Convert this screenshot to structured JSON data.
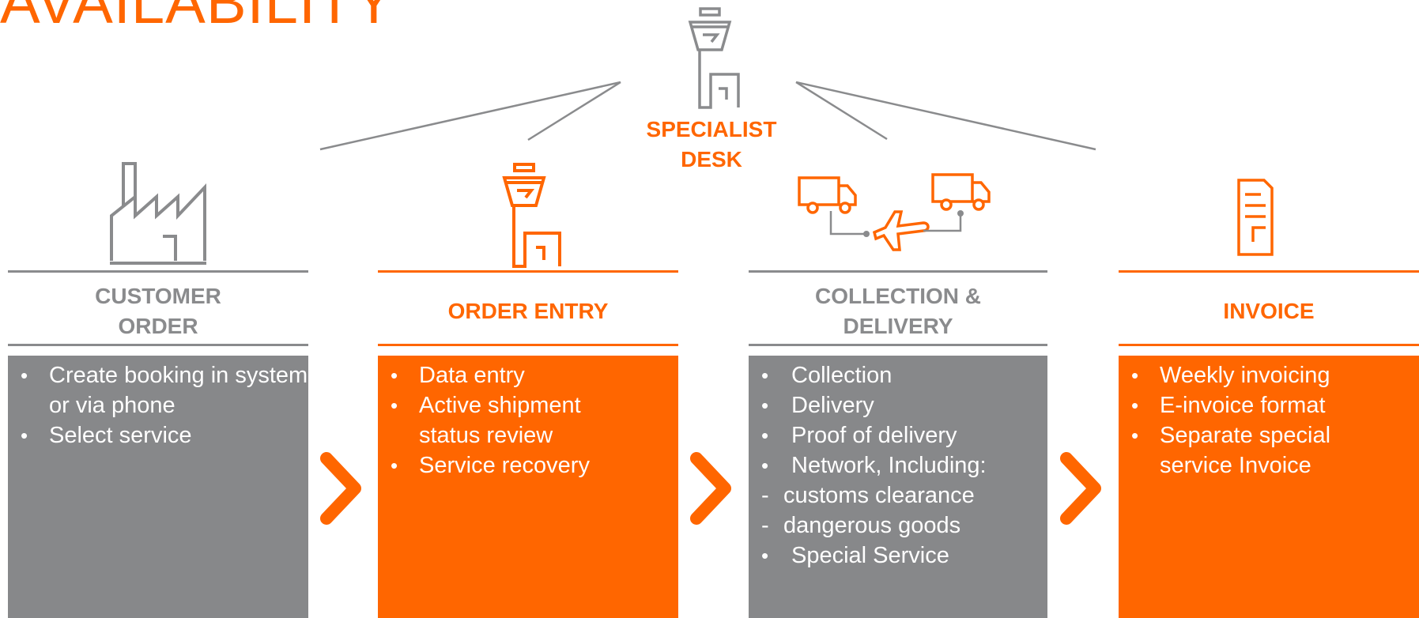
{
  "page": {
    "title": "AVAILABILITY"
  },
  "specialist_desk": {
    "label_line1": "SPECIALIST",
    "label_line2": "DESK",
    "icon": "control-tower-icon"
  },
  "stages": [
    {
      "key": "customer-order",
      "icon": "factory-icon",
      "title": "CUSTOMER ORDER",
      "items": [
        {
          "type": "bullet",
          "text": "Create booking in system or via phone"
        },
        {
          "type": "bullet",
          "text": "Select service"
        }
      ]
    },
    {
      "key": "order-entry",
      "icon": "control-tower-icon",
      "title": "ORDER ENTRY",
      "items": [
        {
          "type": "bullet",
          "text": "Data entry"
        },
        {
          "type": "bullet",
          "text": "Active shipment status review"
        },
        {
          "type": "bullet",
          "text": "Service recovery"
        }
      ]
    },
    {
      "key": "collection-delivery",
      "icon": "truck-plane-truck-icon",
      "title": "COLLECTION & DELIVERY",
      "items": [
        {
          "type": "bullet",
          "text": "Collection"
        },
        {
          "type": "bullet",
          "text": "Delivery"
        },
        {
          "type": "bullet",
          "text": "Proof of delivery"
        },
        {
          "type": "bullet",
          "text": "Network, Including:"
        },
        {
          "type": "dash",
          "text": "customs clearance"
        },
        {
          "type": "dash",
          "text": "dangerous goods"
        },
        {
          "type": "bullet",
          "text": "Special Service"
        }
      ]
    },
    {
      "key": "invoice",
      "icon": "invoice-document-icon",
      "title": "INVOICE",
      "items": [
        {
          "type": "bullet",
          "text": "Weekly invoicing"
        },
        {
          "type": "bullet",
          "text": "E-invoice format"
        },
        {
          "type": "bullet",
          "text": "Separate special service Invoice"
        }
      ]
    }
  ],
  "colors": {
    "orange": "#ff6600",
    "gray": "#87888a",
    "line_gray": "#8a8b8d"
  }
}
